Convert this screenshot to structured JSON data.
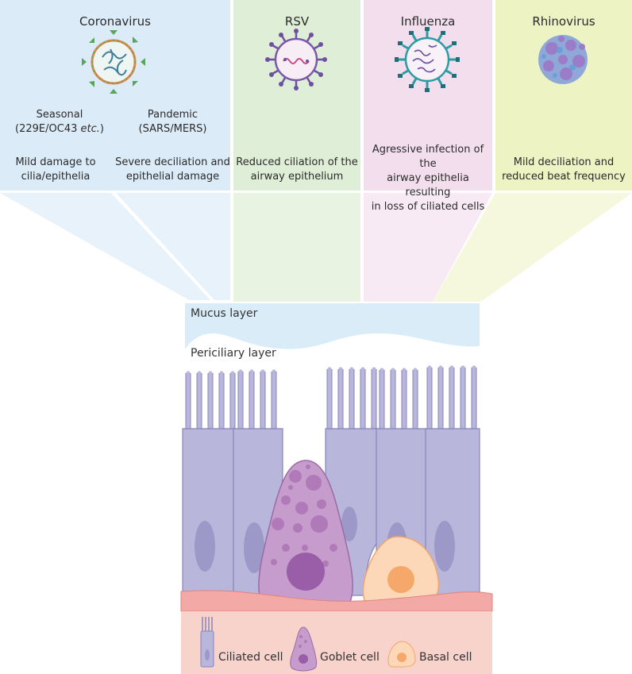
{
  "panels": [
    {
      "title": "Coronavirus",
      "seasonal_line1": "Seasonal",
      "seasonal_line2_prefix": "(229E/OC43 ",
      "seasonal_line2_em": "etc.",
      "seasonal_line2_suffix": ")",
      "pandemic_line1": "Pandemic",
      "pandemic_line2": "(SARS/MERS)",
      "effect_seasonal": [
        "Mild damage to",
        "cilia/epithelia"
      ],
      "effect_pandemic": [
        "Severe deciliation and",
        "epithelial damage"
      ],
      "color": "#dcebf8"
    },
    {
      "title": "RSV",
      "effect": [
        "Reduced ciliation of the",
        "airway epithelium"
      ],
      "color": "#dfeed6"
    },
    {
      "title": "Influenza",
      "effect": [
        "Agressive infection of the",
        "airway epithelia resulting",
        "in loss of ciliated cells"
      ],
      "color": "#f3deee"
    },
    {
      "title": "Rhinovirus",
      "effect": [
        "Mild deciliation and",
        "reduced beat frequency"
      ],
      "color": "#eef3c4"
    }
  ],
  "layers": {
    "mucus": "Mucus layer",
    "periciliary": "Periciliary layer"
  },
  "legend": {
    "ciliated": "Ciliated cell",
    "goblet": "Goblet cell",
    "basal": "Basal cell"
  },
  "colors": {
    "ciliated_fill": "#b9b6dc",
    "ciliated_stroke": "#8884b9",
    "goblet_fill": "#c69ccd",
    "goblet_stroke": "#9b6aa6",
    "basal_fill": "#fcd8b8",
    "basal_stroke": "#f0a56e",
    "membrane": "#f3a9a5",
    "bottom_band": "#f8d3cb",
    "mucus": "#d9ecf8"
  }
}
